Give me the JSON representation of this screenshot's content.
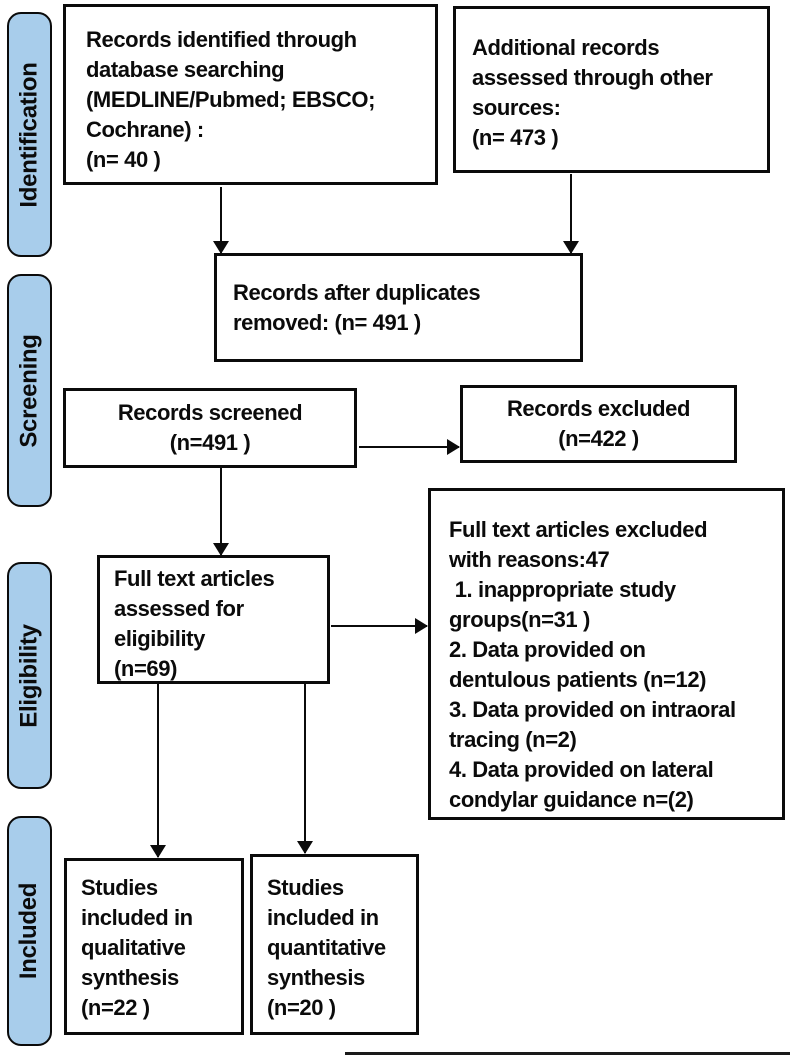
{
  "diagram_type": "prisma-flow",
  "colors": {
    "stage_fill": "#A8CDEB",
    "line": "#0b0b0b",
    "box_fill": "#ffffff",
    "background": "#ffffff"
  },
  "stages": [
    {
      "label": "Identification"
    },
    {
      "label": "Screening"
    },
    {
      "label": "Eligibility"
    },
    {
      "label": "Included"
    }
  ],
  "boxes": {
    "identified": {
      "text": "Records identified through\ndatabase searching\n(MEDLINE/Pubmed; EBSCO;\nCochrane) :\n(n= 40 )"
    },
    "additional": {
      "text": "Additional records\nassessed through other\nsources:\n(n= 473 )"
    },
    "duplicates": {
      "text": "Records after duplicates\nremoved: (n= 491 )"
    },
    "screened": {
      "text": "Records screened\n(n=491 )"
    },
    "excluded": {
      "text": "Records excluded\n(n=422 )"
    },
    "fulltext": {
      "text": "Full text articles\nassessed for\neligibility\n(n=69)"
    },
    "reasons": {
      "text": "Full text articles excluded\nwith reasons:47\n 1. inappropriate study\ngroups(n=31 )\n2. Data provided on\ndentulous patients (n=12)\n3. Data provided on intraoral\ntracing (n=2)\n4. Data provided on lateral\ncondylar guidance n=(2)"
    },
    "qualitative": {
      "text": "Studies\nincluded in\nqualitative\nsynthesis\n(n=22 )"
    },
    "quantitative": {
      "text": "Studies\nincluded in\nquantitative\nsynthesis\n(n=20 )"
    }
  }
}
